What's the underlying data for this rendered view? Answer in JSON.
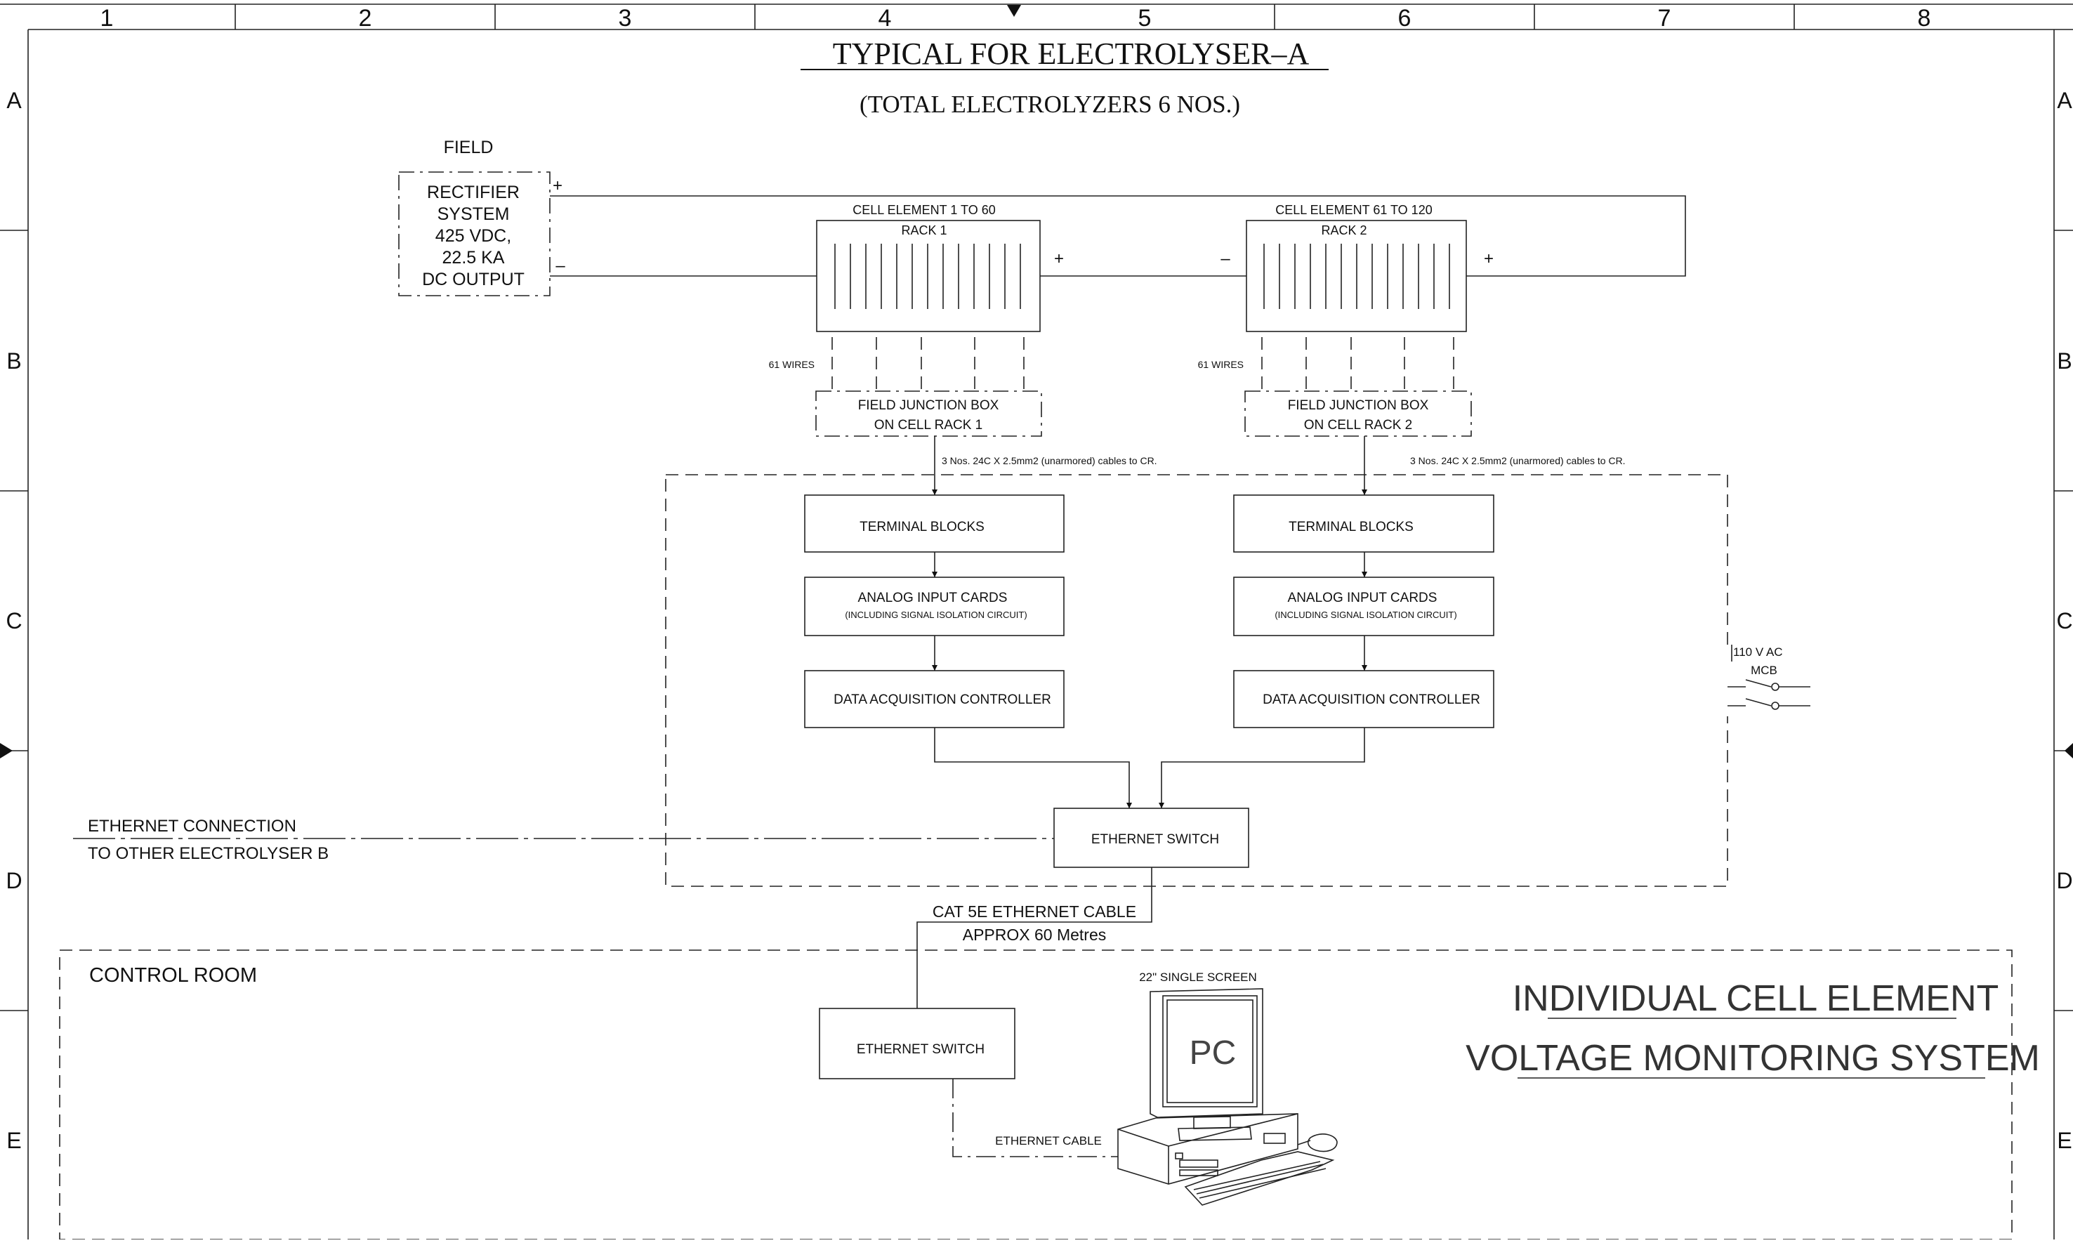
{
  "frame": {
    "columns": [
      "1",
      "2",
      "3",
      "4",
      "5",
      "6",
      "7",
      "8"
    ],
    "rows": [
      "A",
      "B",
      "C",
      "D",
      "E"
    ]
  },
  "title": {
    "main": "TYPICAL FOR ELECTROLYSER–A",
    "sub": "(TOTAL ELECTROLYZERS 6 NOS.)"
  },
  "field_label": "FIELD",
  "rectifier": {
    "lines": [
      "RECTIFIER",
      "SYSTEM",
      "425 VDC,",
      "22.5 KA",
      "DC OUTPUT"
    ],
    "plus": "+",
    "minus": "–"
  },
  "racks": [
    {
      "header": "CELL ELEMENT 1 TO 60",
      "name": "RACK 1",
      "plus": "+",
      "wires": "61 WIRES",
      "jb_line1": "FIELD JUNCTION BOX",
      "jb_line2": "ON CELL RACK 1",
      "cable_note": "3 Nos. 24C X 2.5mm2 (unarmored) cables to CR."
    },
    {
      "header": "CELL ELEMENT 61 TO 120",
      "name": "RACK 2",
      "minus": "–",
      "plus": "+",
      "wires": "61 WIRES",
      "jb_line1": "FIELD JUNCTION BOX",
      "jb_line2": "ON CELL RACK 2",
      "cable_note": "3 Nos. 24C X 2.5mm2 (unarmored) cables to CR."
    }
  ],
  "panel": {
    "terminal_blocks": "TERMINAL BLOCKS",
    "analog_cards": "ANALOG INPUT CARDS",
    "analog_cards_note": "(INCLUDING SIGNAL ISOLATION CIRCUIT)",
    "daq": "DATA ACQUISITION CONTROLLER",
    "ethernet_switch": "ETHERNET SWITCH",
    "power_supply": "110 V AC",
    "mcb": "MCB"
  },
  "ethernet_connection": {
    "line1": "ETHERNET CONNECTION",
    "line2": "TO OTHER  ELECTROLYSER B"
  },
  "cat5e": {
    "line1": "CAT 5E ETHERNET CABLE",
    "line2": "APPROX 60 Metres"
  },
  "control_room": {
    "label": "CONTROL ROOM",
    "ethernet_switch": "ETHERNET SWITCH",
    "ethernet_cable": "ETHERNET CABLE",
    "screen_note": "22\" SINGLE SCREEN",
    "pc_label": "PC"
  },
  "system_title": {
    "line1": "INDIVIDUAL CELL ELEMENT",
    "line2": "VOLTAGE MONITORING SYSTEM"
  }
}
